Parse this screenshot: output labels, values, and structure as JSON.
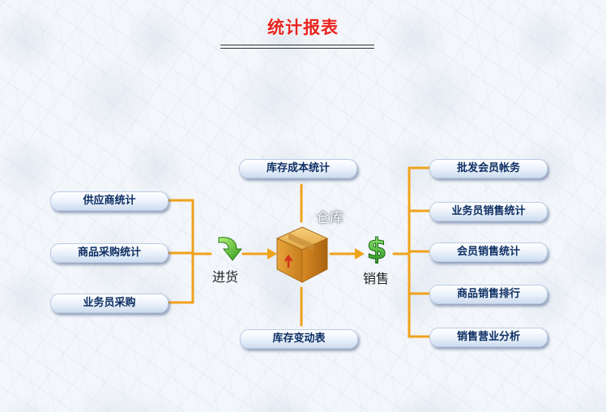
{
  "title": "统计报表",
  "labels": {
    "warehouse": "仓库",
    "purchase": "进货",
    "sales": "销售"
  },
  "buttons": {
    "inventory_cost": "库存成本统计",
    "inventory_change": "库存变动表",
    "supplier_stats": "供应商统计",
    "product_purchase_stats": "商品采购统计",
    "clerk_purchase": "业务员采购",
    "wholesale_member_accounts": "批发会员帐务",
    "clerk_sales_stats": "业务员销售统计",
    "member_sales_stats": "会员销售统计",
    "product_sales_ranking": "商品销售排行",
    "sales_business_analysis": "销售营业分析"
  },
  "colors": {
    "title": "#e8231f",
    "connector": "#f0a21c",
    "button_text": "#0e2f63"
  },
  "icons": [
    "green-down-arrow-icon",
    "box-icon",
    "dollar-icon"
  ]
}
